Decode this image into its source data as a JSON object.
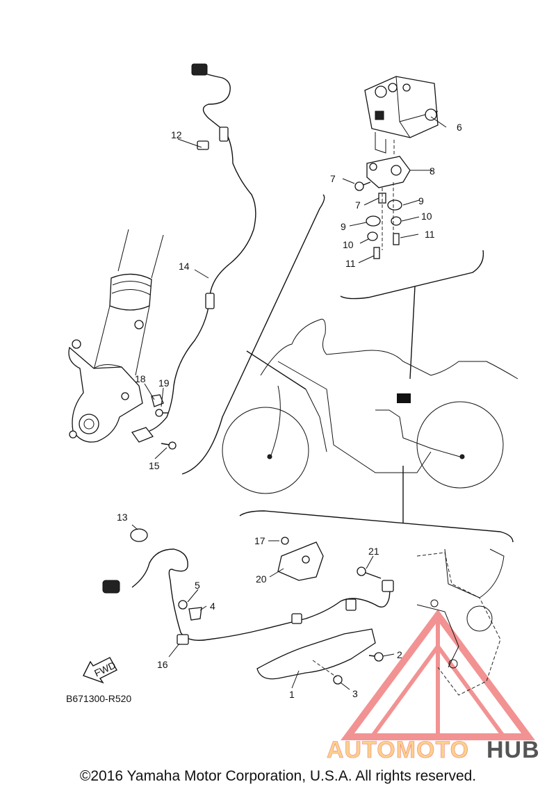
{
  "diagram": {
    "callouts": [
      {
        "id": "1",
        "text": "1"
      },
      {
        "id": "2",
        "text": "2"
      },
      {
        "id": "3",
        "text": "3"
      },
      {
        "id": "4",
        "text": "4"
      },
      {
        "id": "5",
        "text": "5"
      },
      {
        "id": "6",
        "text": "6"
      },
      {
        "id": "7a",
        "text": "7"
      },
      {
        "id": "7b",
        "text": "7"
      },
      {
        "id": "8",
        "text": "8"
      },
      {
        "id": "9a",
        "text": "9"
      },
      {
        "id": "9b",
        "text": "9"
      },
      {
        "id": "10a",
        "text": "10"
      },
      {
        "id": "10b",
        "text": "10"
      },
      {
        "id": "11a",
        "text": "11"
      },
      {
        "id": "11b",
        "text": "11"
      },
      {
        "id": "12",
        "text": "12"
      },
      {
        "id": "13",
        "text": "13"
      },
      {
        "id": "14",
        "text": "14"
      },
      {
        "id": "15",
        "text": "15"
      },
      {
        "id": "16",
        "text": "16"
      },
      {
        "id": "17",
        "text": "17"
      },
      {
        "id": "18",
        "text": "18"
      },
      {
        "id": "19",
        "text": "19"
      },
      {
        "id": "20",
        "text": "20"
      },
      {
        "id": "21",
        "text": "21"
      }
    ],
    "drawing_code": "B671300-R520",
    "fwd_label": "FWD",
    "copyright": "©2016 Yamaha Motor Corporation, U.S.A. All rights reserved."
  },
  "watermark": {
    "brand_part1": "AUTOMOTO",
    "brand_part2": "HUB",
    "color_primary": "#f08080",
    "color_secondary": "#fbd18a",
    "color_dark": "#555555"
  }
}
